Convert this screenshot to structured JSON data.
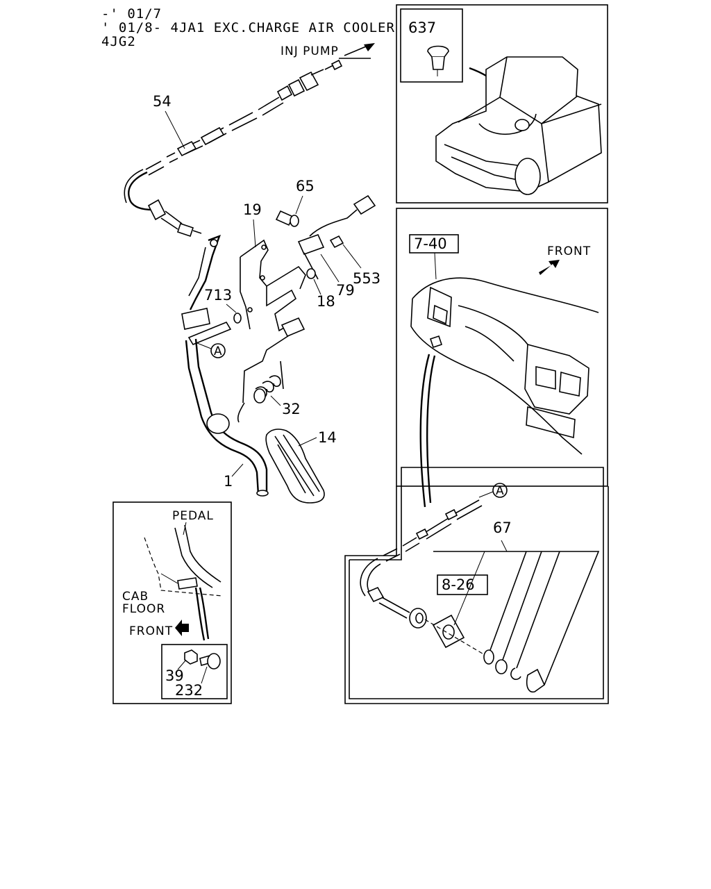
{
  "header": {
    "line1": "-' 01/7",
    "line2": "' 01/8- 4JA1 EXC.CHARGE AIR COOLER",
    "line3": "4JG2"
  },
  "callouts": {
    "inj_pump": "INJ PUMP",
    "front_top": "FRONT",
    "front_bottom": "FRONT",
    "pedal": "PEDAL",
    "cab": "CAB",
    "floor": "FLOOR",
    "circle_a": "A"
  },
  "parts": {
    "p637": "637",
    "p54": "54",
    "p65": "65",
    "p19": "19",
    "p553": "553",
    "p79": "79",
    "p18": "18",
    "p713": "713",
    "p32": "32",
    "p14": "14",
    "p1": "1",
    "p67": "67",
    "p39": "39",
    "p232": "232",
    "ref_7_40": "7-40",
    "ref_8_26": "8-26"
  }
}
